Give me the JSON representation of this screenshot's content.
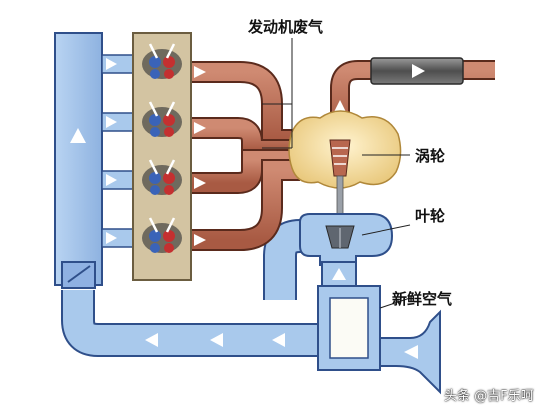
{
  "labels": {
    "exhaust": "发动机废气",
    "turbine": "涡轮",
    "compressor": "叶轮",
    "fresh_air": "新鲜空气"
  },
  "watermark": "头条 @吉F乐呵",
  "colors": {
    "intake_blue": "#a9c9ec",
    "intake_outline": "#2f4f8a",
    "intercooler_blue": "#8fb1e2",
    "exhaust_copper": "#b8674f",
    "exhaust_outline": "#5a2a1c",
    "engine_block": "#d3c4a2",
    "turbo_housing": "#f3dba0",
    "muffler": "#6b6b6b"
  },
  "icons": [
    "flow-arrow-icon",
    "valve-icon",
    "flap-icon"
  ]
}
